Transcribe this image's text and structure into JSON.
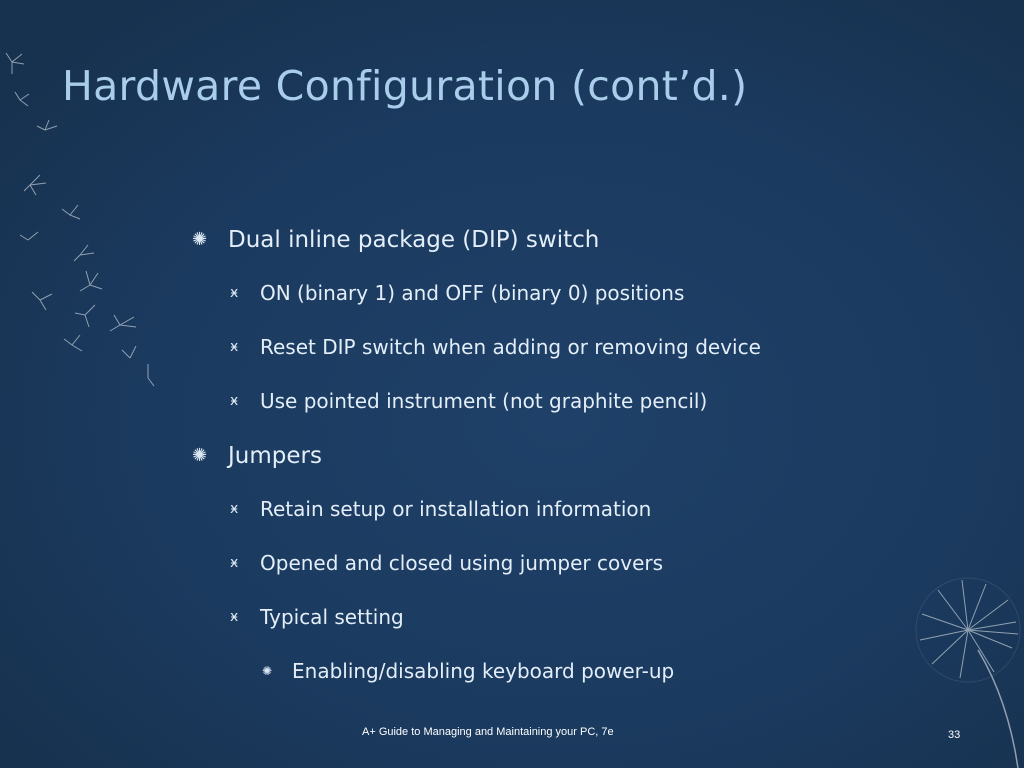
{
  "slide": {
    "title": "Hardware Configuration (cont’d.)",
    "bullets": [
      {
        "level": 1,
        "text": "Dual inline package (DIP) switch"
      },
      {
        "level": 2,
        "text": "ON (binary 1) and OFF (binary 0) positions"
      },
      {
        "level": 2,
        "text": "Reset DIP switch when adding or removing device"
      },
      {
        "level": 2,
        "text": "Use pointed instrument (not graphite pencil)"
      },
      {
        "level": 1,
        "text": "Jumpers"
      },
      {
        "level": 2,
        "text": "Retain setup or installation information"
      },
      {
        "level": 2,
        "text": "Opened and closed using jumper covers"
      },
      {
        "level": 2,
        "text": "Typical setting"
      },
      {
        "level": 3,
        "text": "Enabling/disabling keyboard power-up"
      }
    ],
    "footer": "A+ Guide to Managing and Maintaining your PC, 7e",
    "page_number": "33"
  },
  "icons": {
    "level1_bullet": "sunburst-bullet-icon",
    "level2_bullet": "x-bullet-icon",
    "level3_bullet": "sunburst-bullet-icon",
    "decoration": "dandelion-seeds-icon"
  },
  "colors": {
    "background": "#1b3a5f",
    "title": "#a9cdea",
    "body_text": "#e3eef8",
    "footer_text": "#ffffff"
  }
}
